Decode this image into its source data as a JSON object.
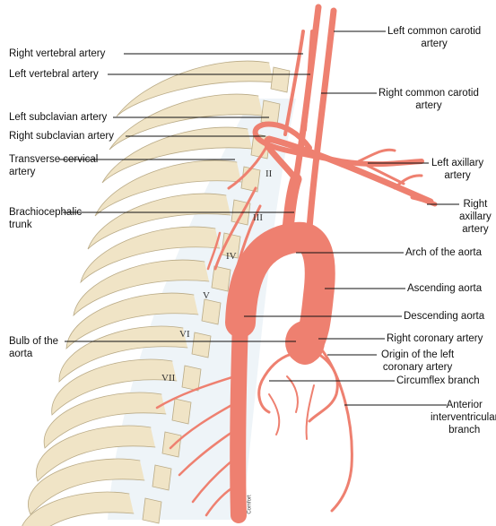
{
  "diagram": {
    "colors": {
      "artery": "#ee8070",
      "artery_dark": "#c9584a",
      "artery_light": "#f6a99a",
      "bone": "#f0e4c6",
      "bone_edge": "#b9aa86",
      "pleura": "#cfe0ea",
      "line": "#111111"
    },
    "labels_left": {
      "right_vertebral": "Right vertebral artery",
      "left_vertebral": "Left vertebral artery",
      "left_subclavian": "Left subclavian artery",
      "right_subclavian": "Right subclavian artery",
      "transverse_cervical": "Transverse cervical\nartery",
      "brachiocephalic": "Brachiocephalic\ntrunk",
      "bulb": "Bulb of the\naorta"
    },
    "labels_right": {
      "left_common_carotid": "Left common carotid\nartery",
      "right_common_carotid": "Right common carotid\nartery",
      "left_axillary": "Left axillary\nartery",
      "right_axillary": "Right\naxillary\nartery",
      "arch": "Arch of the aorta",
      "ascending": "Ascending aorta",
      "descending": "Descending aorta",
      "right_coronary": "Right coronary artery",
      "origin_left_coronary": "Origin of the left\ncoronary artery",
      "circumflex": "Circumflex branch",
      "anterior_interventricular": "Anterior\ninterventricular\nbranch"
    },
    "vertebra_numerals": [
      "II",
      "III",
      "IV",
      "V",
      "VI",
      "VII"
    ],
    "signature": "Comfort"
  }
}
